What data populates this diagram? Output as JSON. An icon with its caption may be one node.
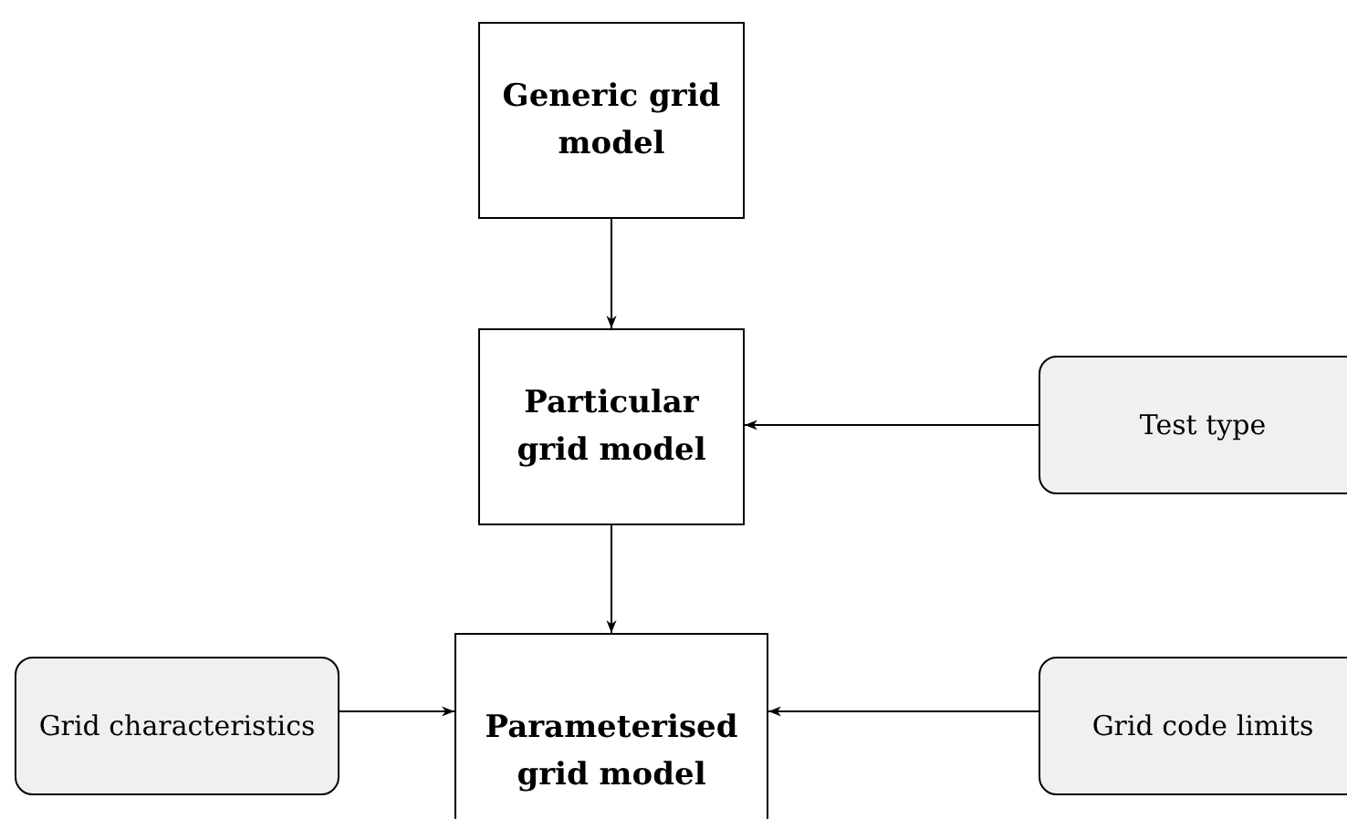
{
  "diagram": {
    "nodes": [
      {
        "text": [
          "Generic grid model"
        ]
      },
      {
        "text": [
          "Particular grid model"
        ]
      },
      {
        "text": [
          "Test type"
        ]
      },
      {
        "text": [
          "Grid characteristics"
        ]
      },
      {
        "text": [
          "Parameterised grid model"
        ]
      },
      {
        "text": [
          "Grid code limits"
        ]
      }
    ],
    "edges": [
      {
        "from": 0,
        "to": 1,
        "arrow": "to"
      },
      {
        "from": 2,
        "to": 1,
        "arrow": "to"
      },
      {
        "from": 1,
        "to": 4,
        "arrow": "to"
      },
      {
        "from": 3,
        "to": 4,
        "arrow": "to"
      },
      {
        "from": 5,
        "to": 4,
        "arrow": "to"
      }
    ]
  }
}
